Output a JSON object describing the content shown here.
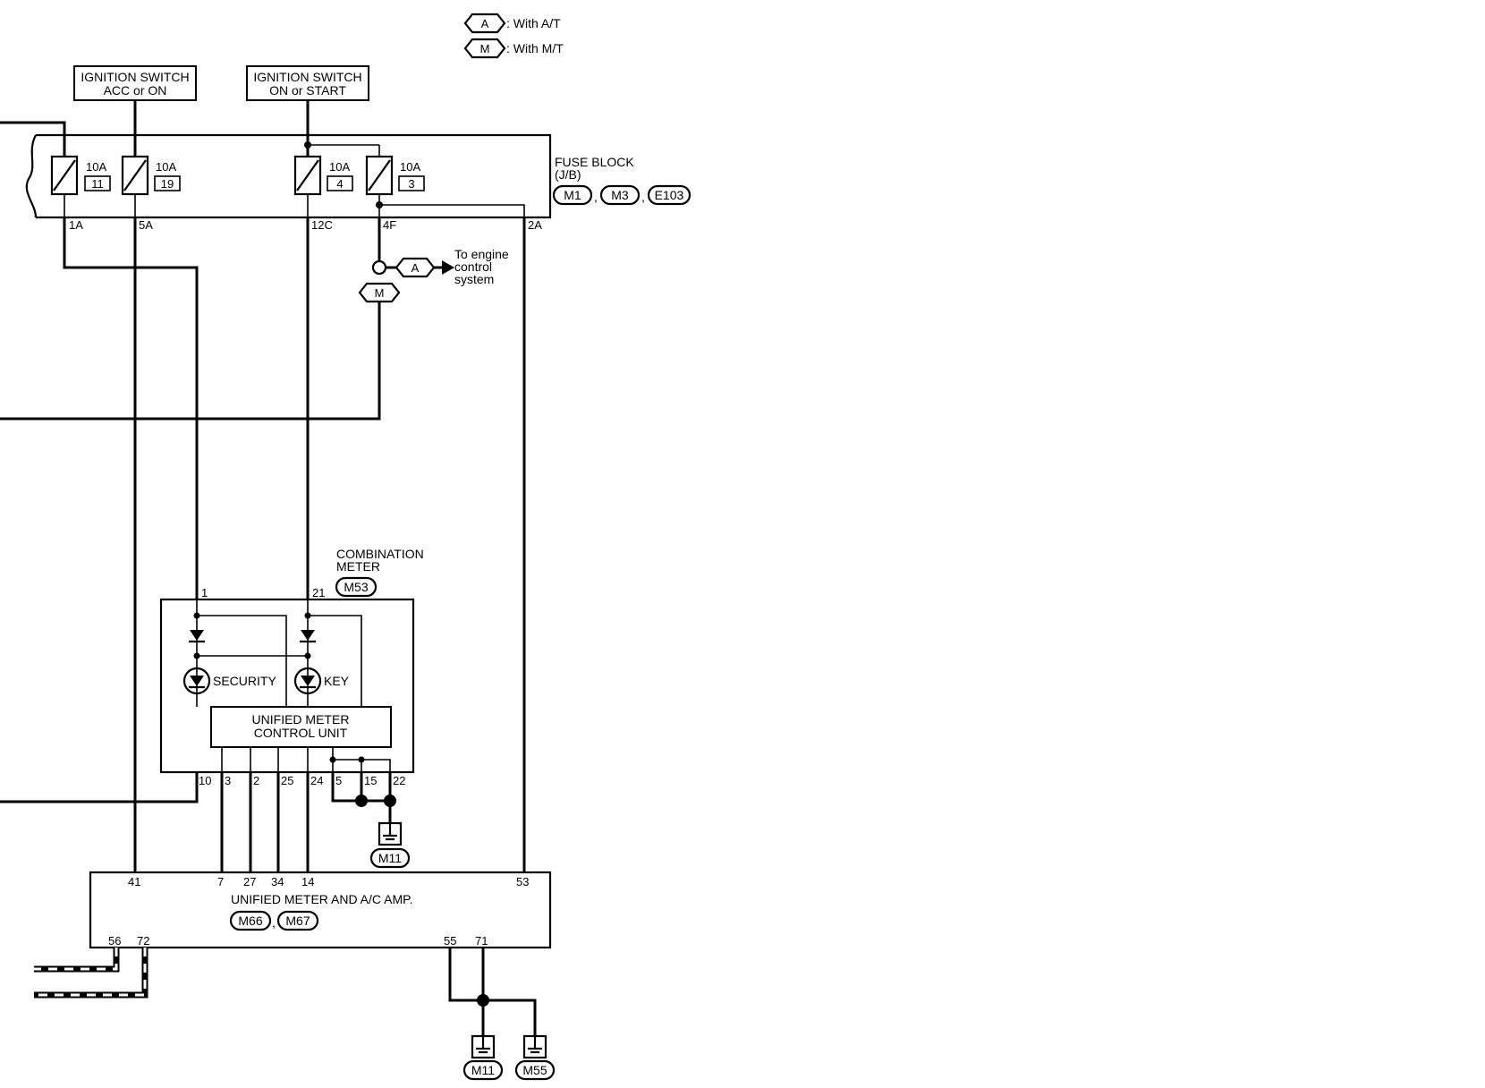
{
  "legend": {
    "a_symbol": "A",
    "a_text": ": With A/T",
    "m_symbol": "M",
    "m_text": ": With M/T"
  },
  "sources": {
    "ign_acc_line1": "IGNITION SWITCH",
    "ign_acc_line2": "ACC or ON",
    "ign_on_line1": "IGNITION SWITCH",
    "ign_on_line2": "ON or START"
  },
  "fuse_block": {
    "label_line1": "FUSE BLOCK",
    "label_line2": "(J/B)",
    "connectors": [
      "M1",
      "M3",
      "E103"
    ],
    "fuses": [
      {
        "rating": "10A",
        "number": "11",
        "terminal": "1A"
      },
      {
        "rating": "10A",
        "number": "19",
        "terminal": "5A"
      },
      {
        "rating": "10A",
        "number": "4",
        "terminal": "12C"
      },
      {
        "rating": "10A",
        "number": "3",
        "terminal": "4F"
      }
    ],
    "extra_terminal": "2A"
  },
  "engine_branch": {
    "a_symbol": "A",
    "m_symbol": "M",
    "line1": "To engine",
    "line2": "control",
    "line3": "system"
  },
  "combination_meter": {
    "label_line1": "COMBINATION",
    "label_line2": "METER",
    "connector": "M53",
    "top_pins": [
      "1",
      "21"
    ],
    "indicators": [
      "SECURITY",
      "KEY"
    ],
    "control_unit_line1": "UNIFIED METER",
    "control_unit_line2": "CONTROL UNIT",
    "bottom_pins": [
      "10",
      "3",
      "2",
      "25",
      "24",
      "5",
      "15",
      "22"
    ],
    "ground_connector": "M11"
  },
  "amp": {
    "label": "UNIFIED METER AND A/C AMP.",
    "connectors": [
      "M66",
      "M67"
    ],
    "top_pins": [
      "41",
      "7",
      "27",
      "34",
      "14",
      "53"
    ],
    "bottom_pins": [
      "56",
      "72",
      "55",
      "71"
    ],
    "ground_connectors": [
      "M11",
      "M55"
    ]
  },
  "separators": {
    "comma": ","
  }
}
